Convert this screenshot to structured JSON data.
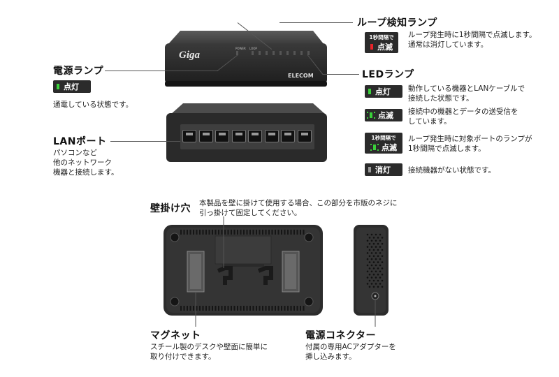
{
  "device_front": {
    "brand": "Giga",
    "maker": "ELECOM",
    "label_power": "POWER",
    "label_loop": "LOOP"
  },
  "loop_lamp": {
    "title": "ループ検知ランプ",
    "badge_top": "1秒間隔で",
    "badge_bottom": "点滅",
    "desc1": "ループ発生時に1秒間隔で点滅します。",
    "desc2": "通常は消灯しています。"
  },
  "power_lamp": {
    "title": "電源ランプ",
    "badge": "点灯",
    "desc": "通電している状態です。"
  },
  "led_lamp": {
    "title": "LEDランプ",
    "rows": [
      {
        "badge": "点灯",
        "desc1": "動作している機器とLANケーブルで",
        "desc2": "接続した状態です。"
      },
      {
        "badge": "点滅",
        "desc1": "接続中の機器とデータの送受信を",
        "desc2": "しています。"
      },
      {
        "badge_top": "1秒間隔で",
        "badge": "点滅",
        "desc1": "ループ発生時に対象ポートのランプが",
        "desc2": "1秒間隔で点滅します。"
      },
      {
        "badge": "消灯",
        "desc1": "接続機器がない状態です。",
        "desc2": ""
      }
    ]
  },
  "lan_port": {
    "title": "LANポート",
    "desc1": "パソコンなど",
    "desc2": "他のネットワーク",
    "desc3": "機器と接続します。"
  },
  "wall_hole": {
    "title": "壁掛け穴",
    "desc1": "本製品を壁に掛けて使用する場合、この部分を市販のネジに",
    "desc2": "引っ掛けて固定してください。"
  },
  "magnet": {
    "title": "マグネット",
    "desc1": "スチール製のデスクや壁面に簡単に",
    "desc2": "取り付けできます。"
  },
  "power_connector": {
    "title": "電源コネクター",
    "desc1": "付属の専用ACアダプターを",
    "desc2": "挿し込みます。"
  },
  "colors": {
    "green": "#3ad13a",
    "red": "#e8242a",
    "gray": "#9a9a9a",
    "badge": "#2b2b2b"
  }
}
